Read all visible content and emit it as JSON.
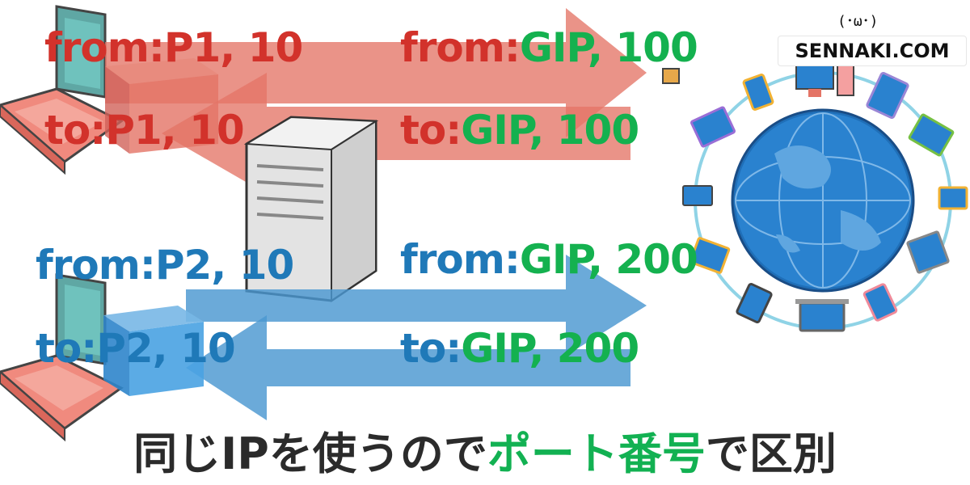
{
  "colors": {
    "red_text": "#d2322b",
    "green_text": "#14b14f",
    "blue_text": "#1f79b8",
    "red_arrow": "#e47466",
    "blue_arrow": "#4a97d1",
    "caption_text": "#2b2b2b",
    "caption_highlight": "#12b152"
  },
  "brand": {
    "name": "SENNAKI.COM",
    "face": "(･ω･)"
  },
  "top_flow": {
    "private_from": {
      "prefix": "from:",
      "address": "P1, 10"
    },
    "private_to": {
      "prefix": "to:",
      "address": "P1, 10"
    },
    "global_from": {
      "prefix": "from:",
      "address": "GIP, 100"
    },
    "global_to": {
      "prefix": "to:",
      "address": "GIP, 100"
    }
  },
  "bottom_flow": {
    "private_from": {
      "prefix": "from:",
      "address": "P2, 10"
    },
    "private_to": {
      "prefix": "to:",
      "address": "P2, 10"
    },
    "global_from": {
      "prefix": "from:",
      "address": "GIP, 200"
    },
    "global_to": {
      "prefix": "to:",
      "address": "GIP, 200"
    }
  },
  "caption": {
    "before": "同じIPを使うので",
    "highlight": "ポート番号",
    "after": "で区別"
  },
  "icons": [
    "laptop-icon",
    "server-icon",
    "globe-icon",
    "packet-box-icon",
    "arrow-icon"
  ]
}
